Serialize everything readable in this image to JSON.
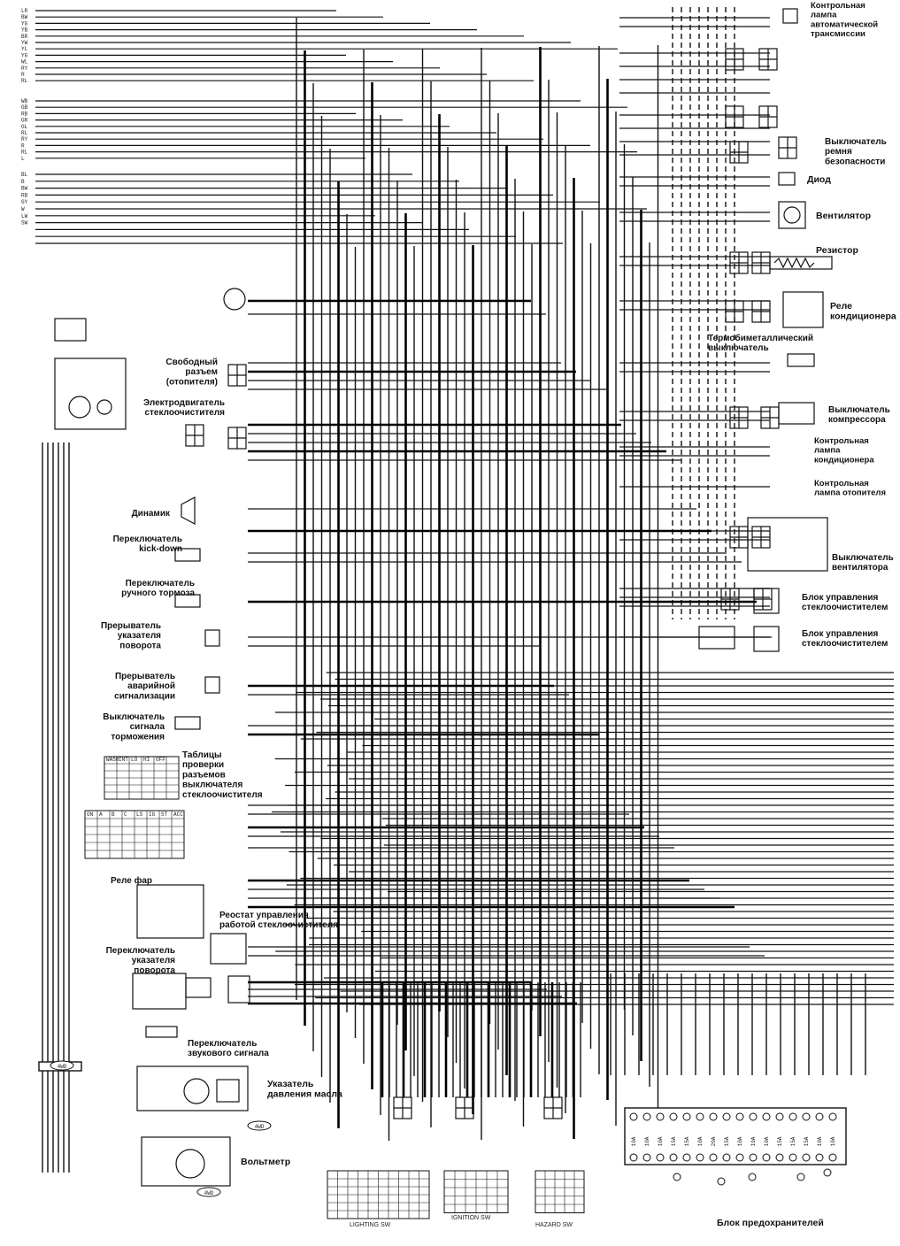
{
  "left_codes": [
    "LR",
    "BW",
    "YG",
    "YB",
    "BR",
    "YW",
    "YL",
    "YG",
    "WL",
    "RY",
    "R",
    "RL",
    "WB",
    "GB",
    "RB",
    "GR",
    "GL",
    "RL",
    "RY",
    "R",
    "RL",
    "L",
    "BL",
    "B",
    "BW",
    "RB",
    "GY",
    "W",
    "LW",
    "SW"
  ],
  "labels": [
    {
      "id": "at-lamp",
      "lines": [
        "Контрольная",
        "лампа",
        "автоматической",
        "трансмиссии"
      ]
    },
    {
      "id": "seatbelt-switch",
      "lines": [
        "Выключатель",
        "ремня",
        "безопасности"
      ]
    },
    {
      "id": "diode",
      "lines": [
        "Диод"
      ]
    },
    {
      "id": "fan",
      "lines": [
        "Вентилятор"
      ]
    },
    {
      "id": "resistor",
      "lines": [
        "Резистор"
      ]
    },
    {
      "id": "ac-relay",
      "lines": [
        "Реле",
        "кондиционера"
      ]
    },
    {
      "id": "thermo-switch",
      "lines": [
        "Термобиметаллический",
        "выключатель"
      ]
    },
    {
      "id": "compressor-switch",
      "lines": [
        "Выключатель",
        "компрессора"
      ]
    },
    {
      "id": "ac-lamp",
      "lines": [
        "Контрольная",
        "лампа",
        "кондиционера"
      ]
    },
    {
      "id": "heater-lamp",
      "lines": [
        "Контрольная",
        "лампа отопителя"
      ]
    },
    {
      "id": "fan-switch",
      "lines": [
        "Выключатель",
        "вентилятора"
      ]
    },
    {
      "id": "wiper-control-1",
      "lines": [
        "Блок управления",
        "стеклоочистителем"
      ]
    },
    {
      "id": "wiper-control-2",
      "lines": [
        "Блок управления",
        "стеклоочистителем"
      ]
    },
    {
      "id": "free-connector",
      "lines": [
        "Свободный",
        "разъем",
        "(отопителя)"
      ]
    },
    {
      "id": "wiper-motor",
      "lines": [
        "Электродвигатель",
        "стеклоочистителя"
      ]
    },
    {
      "id": "speaker",
      "lines": [
        "Динамик"
      ]
    },
    {
      "id": "kickdown-switch",
      "lines": [
        "Переключатель",
        "kick-down"
      ]
    },
    {
      "id": "handbrake-switch",
      "lines": [
        "Переключатель",
        "ручного тормоза"
      ]
    },
    {
      "id": "turn-flasher",
      "lines": [
        "Прерыватель",
        "указателя",
        "поворота"
      ]
    },
    {
      "id": "hazard-flasher",
      "lines": [
        "Прерыватель",
        "аварийной",
        "сигнализации"
      ]
    },
    {
      "id": "brake-switch",
      "lines": [
        "Выключатель",
        "сигнала",
        "торможения"
      ]
    },
    {
      "id": "wiper-tables",
      "lines": [
        "Таблицы",
        "проверки",
        "разъемов",
        "выключателя",
        "стеклоочистителя"
      ]
    },
    {
      "id": "headlamp-relay",
      "lines": [
        "Реле фар"
      ]
    },
    {
      "id": "wiper-rheostat",
      "lines": [
        "Реостат управления",
        "работой стеклоочистителя"
      ]
    },
    {
      "id": "turn-switch",
      "lines": [
        "Переключатель",
        "указателя",
        "поворота"
      ]
    },
    {
      "id": "horn-switch",
      "lines": [
        "Переключатель",
        "звукового сигнала"
      ]
    },
    {
      "id": "oil-gauge",
      "lines": [
        "Указатель",
        "давления масла"
      ]
    },
    {
      "id": "voltmeter",
      "lines": [
        "Вольтметр"
      ]
    },
    {
      "id": "fuse-block",
      "lines": [
        "Блок предохранителей"
      ]
    }
  ],
  "switch_tables": [
    {
      "id": "lighting",
      "title": "LIGHTING SW"
    },
    {
      "id": "ignition",
      "title": "IGNITION SW"
    },
    {
      "id": "hazard",
      "title": "HAZARD SW"
    }
  ],
  "fuse_ratings": [
    "10A",
    "10A",
    "10A",
    "15A",
    "15A",
    "10A",
    "20A",
    "15A",
    "10A",
    "10A",
    "10A",
    "15A",
    "15A",
    "15A",
    "10A",
    "10A"
  ],
  "badges": [
    "4WD",
    "4WD",
    "4WD"
  ],
  "mini_tables": [
    "WASH",
    "INT",
    "LO",
    "HI",
    "OFF",
    "ON",
    "A",
    "B",
    "C",
    "LS",
    "IG",
    "ST",
    "ACC"
  ]
}
